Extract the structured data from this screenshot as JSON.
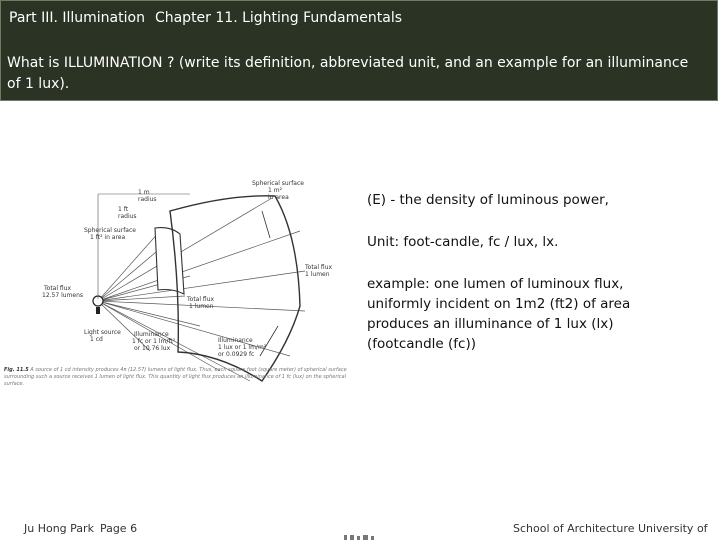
{
  "header": {
    "part": "Part III. Illumination",
    "chapter": "Chapter 11. Lighting Fundamentals",
    "question": "What is ILLUMINATION ? (write its definition, abbreviated unit, and an example for an illuminance of 1 lux)."
  },
  "figure": {
    "labels": {
      "radius_1m": "1 m",
      "radius_1m_word": "radius",
      "radius_1ft": "1 ft",
      "radius_1ft_word": "radius",
      "spherical_small_1": "Spherical surface",
      "spherical_small_2": "1 ft² in area",
      "spherical_large_1": "Spherical surface",
      "spherical_large_2": "1 m²",
      "spherical_large_3": "in area",
      "total_flux_1": "Total flux",
      "total_flux_2": "12.57 lumens",
      "light_source_1": "Light source",
      "light_source_2": "1 cd",
      "total_lumen_mid_1": "Total flux",
      "total_lumen_mid_2": "1 lumen",
      "total_lumen_right_1": "Total flux",
      "total_lumen_right_2": "1 lumen",
      "illum_left_1": "Illuminance",
      "illum_left_2": "1 fc or 1 lm/ft²",
      "illum_left_3": "or 10.76 lux",
      "illum_right_1": "Illuminance",
      "illum_right_2": "1 lux or 1 lm/m²",
      "illum_right_3": "or 0.0929 fc"
    },
    "caption_label": "Fig. 11.5",
    "caption_text": "A source of 1 cd intensity produces 4π (12.57) lumens of light flux. Thus, each square foot (square meter) of spherical surface surrounding such a source receives 1 lumen of light flux. This quantity of light flux produces an illuminance of 1 fc (lux) on the spherical surface."
  },
  "content": {
    "definition": "(E) - the density of luminous power,",
    "unit": "Unit: foot-candle, fc / lux, lx.",
    "example": "example: one lumen of luminoux flux, uniformly incident on 1m2 (ft2) of area produces an illuminance of 1 lux (lx) (footcandle (fc))"
  },
  "footer": {
    "author": "Ju Hong Park",
    "page": "Page 6",
    "school": "School of Architecture University of"
  }
}
